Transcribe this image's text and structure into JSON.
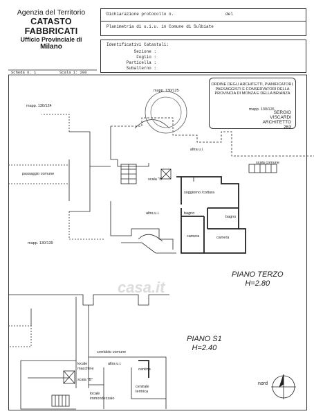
{
  "agency": {
    "line1": "Agenzia del Territorio",
    "line2": "CATASTO FABBRICATI",
    "line3": "Ufficio Provinciale di",
    "line4": "Milano"
  },
  "header": {
    "dichiarazione": "Dichiarazione protocollo n.",
    "del": "del",
    "planimetria": "Planimetria di u.i.u. in Comune di Sulbiate"
  },
  "identificativi": {
    "title": "Identificativi Catastali:",
    "fields": [
      "Sezione :",
      "Foglio :",
      "Particella :",
      "Subalterno :"
    ]
  },
  "scheda": {
    "left": "Scheda n. 1",
    "right": "Scala 1: 200"
  },
  "stamp": {
    "text": "ORDINE DEGLI ARCHITETTI, PIANIFICATORI, PAESAGGISTI E CONSERVATORI DELLA PROVINCIA DI MONZA E DELLA BRIANZA",
    "name1": "SERGIO",
    "name2": "VISCARDI",
    "name3": "ARCHITETTO",
    "num": "263"
  },
  "labels": {
    "mapp_125": "mapp. 130/125",
    "mapp_124": "mapp. 130/124",
    "mapp_126": "mapp. 130/126",
    "mapp_139": "mapp. 130/139",
    "altra_ui_1": "altra u.i.",
    "altra_ui_2": "altra u.i.",
    "altra_ui_3": "altra u.i.",
    "scala_comune": "scala comune",
    "passaggio": "passaggio comune",
    "scala_b": "scala \"B\"",
    "soggiorno": "soggiorno /cottura",
    "bagno1": "bagno",
    "bagno2": "bagno",
    "camera1": "camera",
    "camera2": "camera",
    "corridoio": "corridoio comune",
    "locale_macchine": "locale macchine",
    "scala_b2": "scala \"B\"",
    "cantina": "cantina",
    "centrale": "centrale termica",
    "locale_imm": "locale immondezzaio",
    "nord": "nord"
  },
  "floors": {
    "terzo_name": "PIANO TERZO",
    "terzo_h": "H=2.80",
    "s1_name": "PIANO S1",
    "s1_h": "H=2.40"
  },
  "watermark": "casa.it"
}
